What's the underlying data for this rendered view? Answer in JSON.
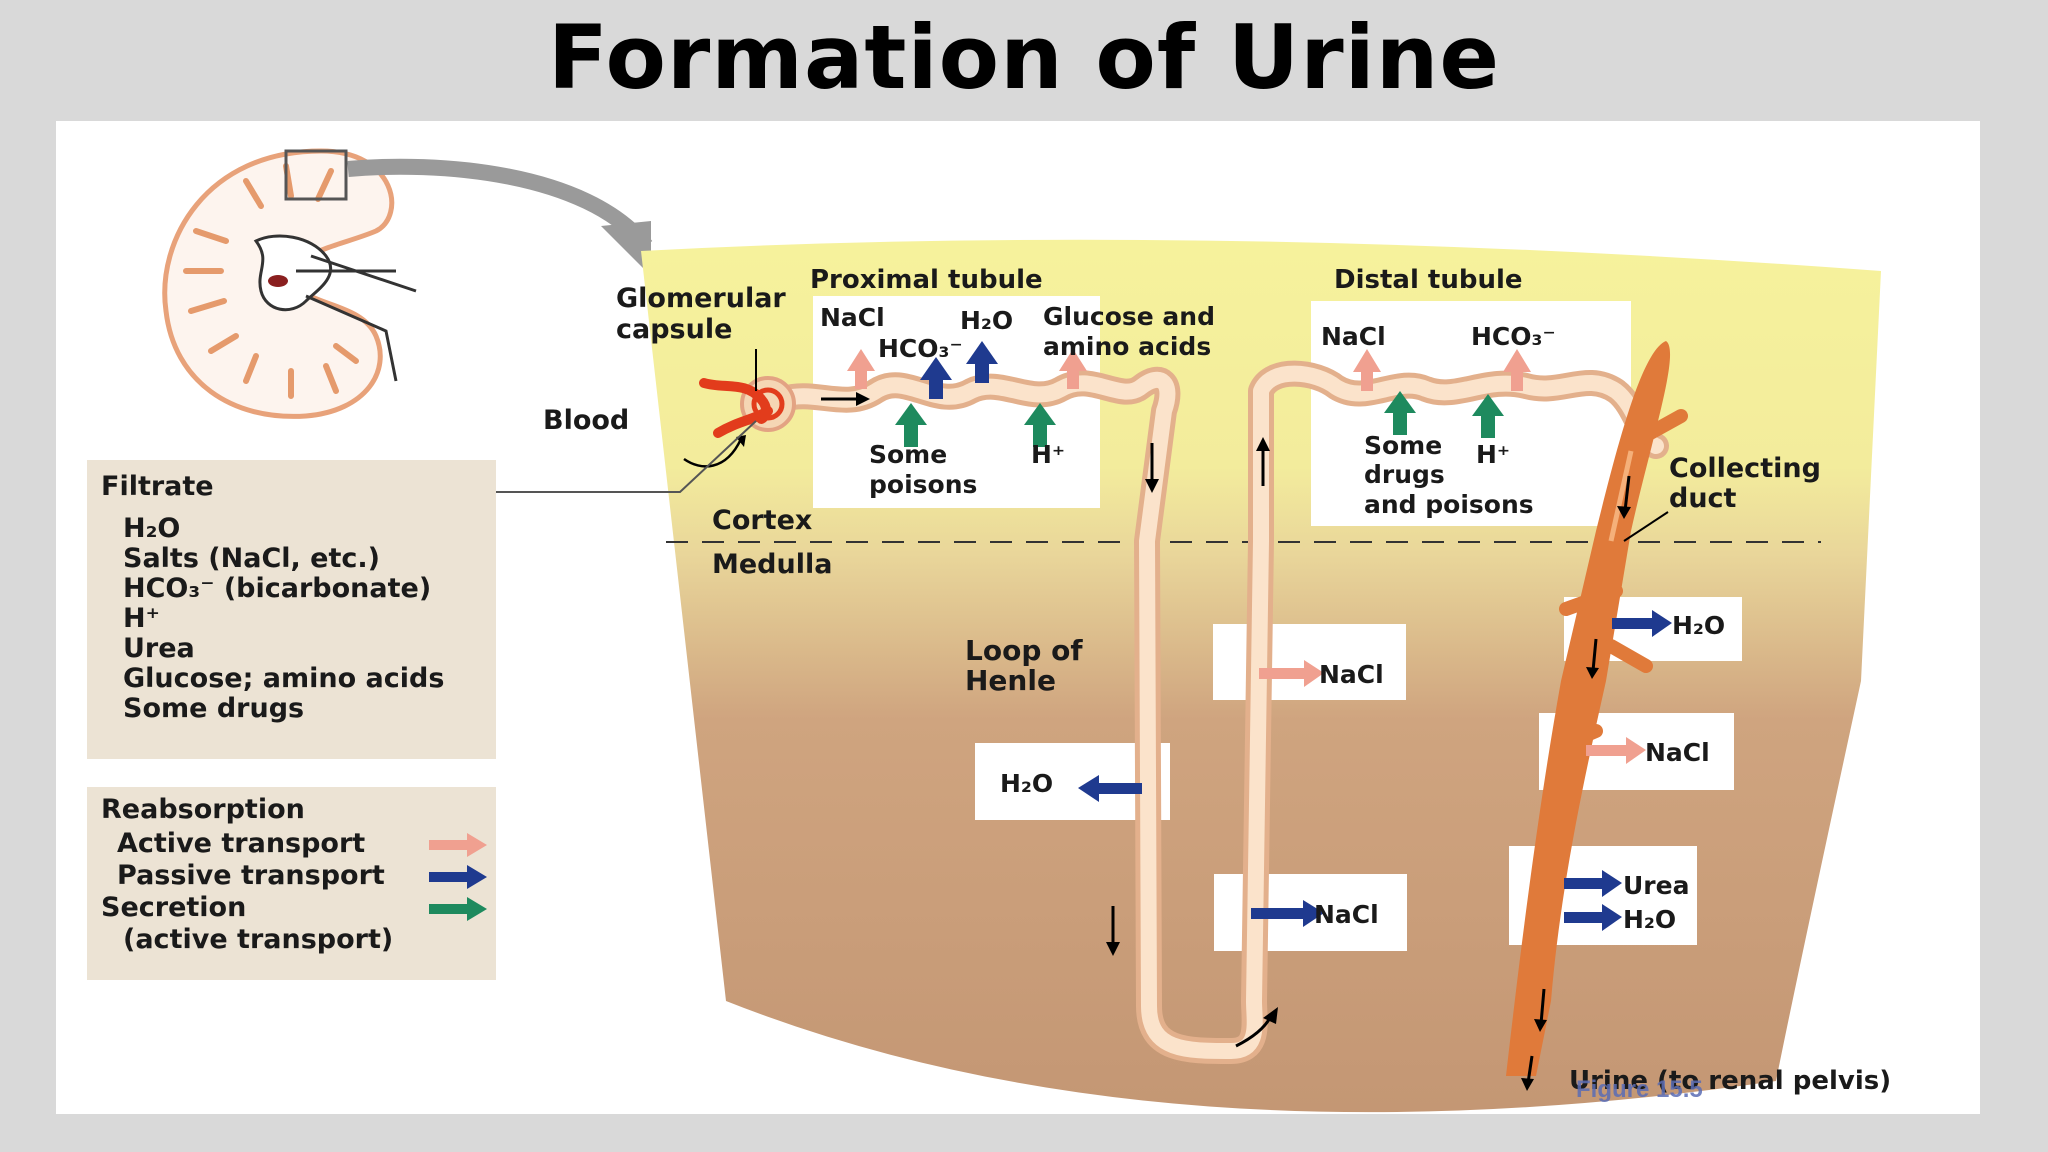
{
  "title": "Formation of Urine",
  "figure_label": "Figure 15.5",
  "regions": {
    "cortex": "Cortex",
    "medulla": "Medulla"
  },
  "structures": {
    "glomerular_capsule_1": "Glomerular",
    "glomerular_capsule_2": "capsule",
    "blood": "Blood",
    "proximal_tubule": "Proximal tubule",
    "distal_tubule": "Distal tubule",
    "loop_of_henle_1": "Loop of",
    "loop_of_henle_2": "Henle",
    "collecting_duct_1": "Collecting",
    "collecting_duct_2": "duct",
    "urine": "Urine (to renal pelvis)"
  },
  "proximal": {
    "nacl": "NaCl",
    "h2o": "H₂O",
    "hco3": "HCO₃⁻",
    "glucose_1": "Glucose and",
    "glucose_2": "amino acids",
    "some_poisons_1": "Some",
    "some_poisons_2": "poisons",
    "h_plus": "H⁺"
  },
  "distal": {
    "nacl": "NaCl",
    "hco3": "HCO₃⁻",
    "drugs_1": "Some",
    "drugs_2": "drugs",
    "drugs_3": "and poisons",
    "h_plus": "H⁺"
  },
  "loop": {
    "h2o": "H₂O",
    "nacl_upper": "NaCl",
    "nacl_lower": "NaCl"
  },
  "duct": {
    "h2o": "H₂O",
    "nacl": "NaCl",
    "urea": "Urea",
    "h2o_lower": "H₂O"
  },
  "filtrate_legend": {
    "heading": "Filtrate",
    "items": [
      "H₂O",
      "Salts (NaCl, etc.)",
      "HCO₃⁻ (bicarbonate)",
      "H⁺",
      "Urea",
      "Glucose; amino acids",
      "Some drugs"
    ]
  },
  "transport_legend": {
    "heading": "Reabsorption",
    "active": "Active transport",
    "passive": "Passive transport",
    "secretion_1": "Secretion",
    "secretion_2": "(active transport)"
  },
  "colors": {
    "active": "#f0a090",
    "passive": "#1f3a8f",
    "secretion": "#1e8a5e",
    "cortex": "#f4f0a0",
    "medulla": "#c49a78",
    "tubule": "#f6d2b0",
    "duct": "#e07a3a"
  }
}
